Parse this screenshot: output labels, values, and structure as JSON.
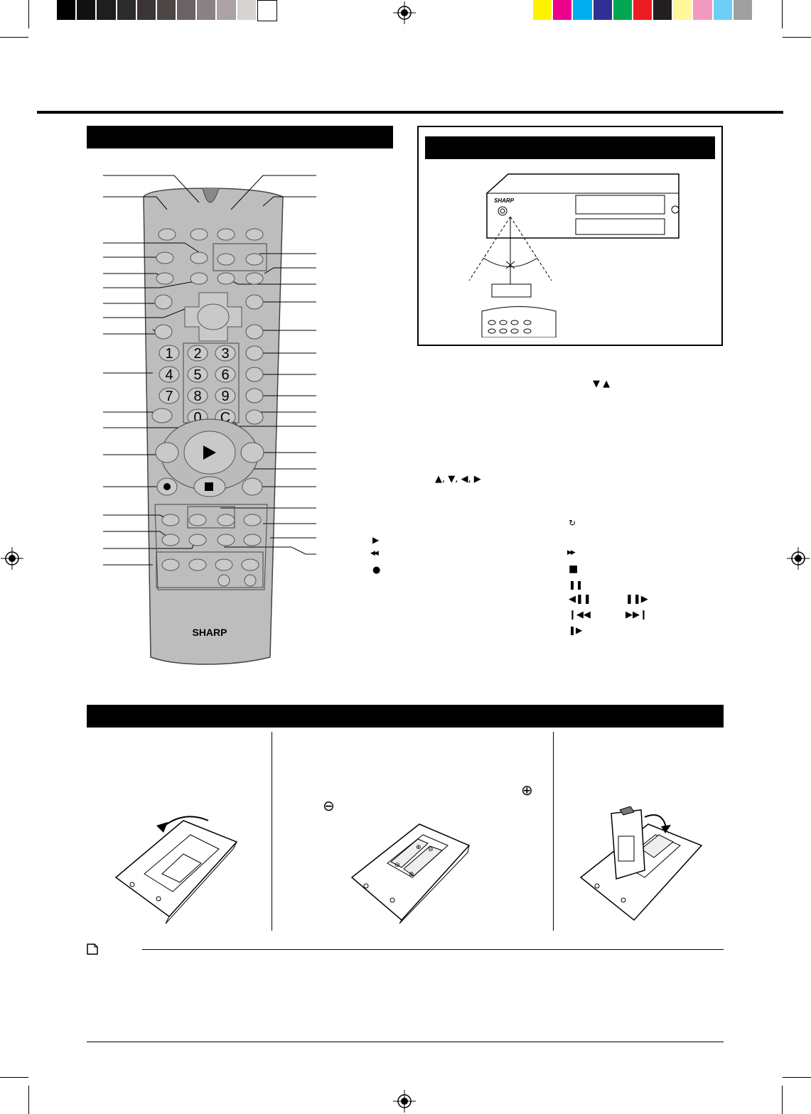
{
  "print_marks": {
    "gray_swatches": [
      "#000000",
      "#111111",
      "#1e1e1e",
      "#2b2b2b",
      "#3b3536",
      "#4c4647",
      "#6b6263",
      "#8a8183",
      "#aaa2a3",
      "#d6d3d3",
      "#ffffff"
    ],
    "color_swatches": [
      "#fff200",
      "#ec008c",
      "#00aeef",
      "#2e3192",
      "#00a651",
      "#ed1c24",
      "#231f20",
      "#fff799",
      "#f49ac1",
      "#6dcff6",
      "#a0a0a0"
    ]
  },
  "remote": {
    "brand": "SHARP",
    "number_keys": [
      "1",
      "2",
      "3",
      "4",
      "5",
      "6",
      "7",
      "8",
      "9",
      "0"
    ],
    "clear_key": "C"
  },
  "player": {
    "brand": "SHARP"
  },
  "icons": {
    "updown": "▼ ▲",
    "arrows": "▲, ▼, ◀, ▶",
    "play": "▶",
    "rewind": "◀◀",
    "record": "●",
    "repeat": "↻",
    "ffwd": "▶▶",
    "stop": "■",
    "pause": "❚❚",
    "slow_back": "◀❚❚",
    "slow_fwd": "❚❚▶",
    "skip_back": "❙◀◀",
    "skip_fwd": "▶▶❙",
    "step": "❚▶",
    "plus": "⊕",
    "minus": "⊖"
  }
}
